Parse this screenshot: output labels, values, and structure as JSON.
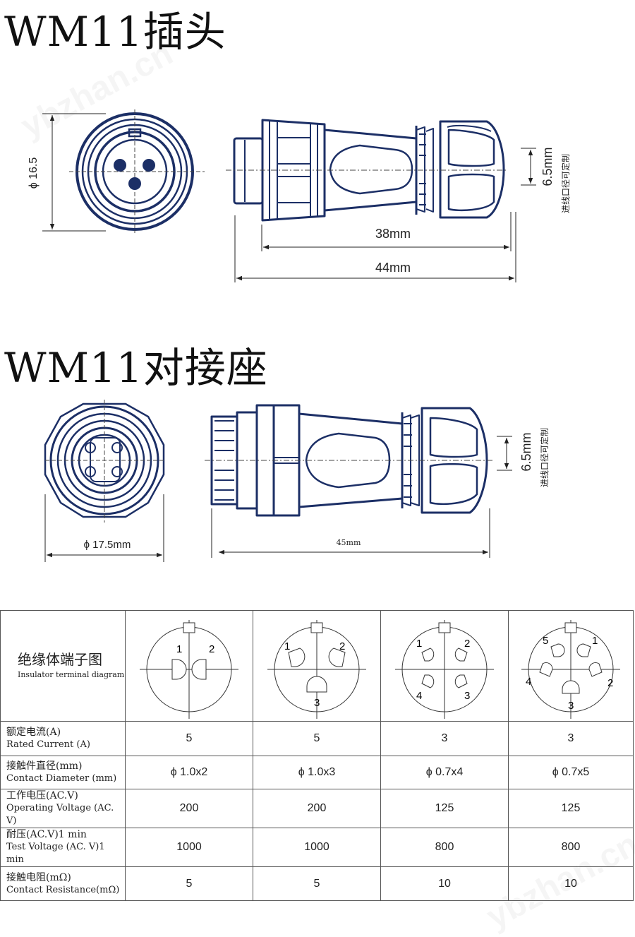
{
  "titles": {
    "plug": "WM11插头",
    "socket": "WM11对接座"
  },
  "plug": {
    "diameter": "ϕ 16.5",
    "body_length": "38mm",
    "total_length": "44mm",
    "cable_dia": "6.5mm",
    "cable_note": "进线口径可定制"
  },
  "socket": {
    "diameter": "ϕ 17.5mm",
    "total_length": "45mm",
    "cable_dia": "6.5mm",
    "cable_note": "进线口径可定制"
  },
  "watermarks": [
    "ybzhan.cn",
    "ybzhan.cn"
  ],
  "table": {
    "header": {
      "cn": "绝缘体端子图",
      "en": "Insulator terminal diagram"
    },
    "pin_diagrams": [
      {
        "pins": [
          "1",
          "2"
        ]
      },
      {
        "pins": [
          "1",
          "2",
          "3"
        ]
      },
      {
        "pins": [
          "1",
          "2",
          "4",
          "3"
        ]
      },
      {
        "pins": [
          "5",
          "1",
          "4",
          "2",
          "3"
        ]
      }
    ],
    "rows": [
      {
        "cn": "额定电流(A)",
        "en": "Rated Current (A)",
        "values": [
          "5",
          "5",
          "3",
          "3"
        ]
      },
      {
        "cn": "接触件直径(mm)",
        "en": "Contact Diameter (mm)",
        "values": [
          "ϕ 1.0x2",
          "ϕ 1.0x3",
          "ϕ 0.7x4",
          "ϕ 0.7x5"
        ]
      },
      {
        "cn": "工作电压(AC.V)",
        "en": "Operating Voltage (AC. V)",
        "values": [
          "200",
          "200",
          "125",
          "125"
        ]
      },
      {
        "cn": "耐压(AC.V)1 min",
        "en": "Test Voltage (AC. V)1 min",
        "values": [
          "1000",
          "1000",
          "800",
          "800"
        ]
      },
      {
        "cn": "接触电阻(mΩ)",
        "en": "Contact Resistance(mΩ)",
        "values": [
          "5",
          "5",
          "10",
          "10"
        ]
      }
    ]
  }
}
